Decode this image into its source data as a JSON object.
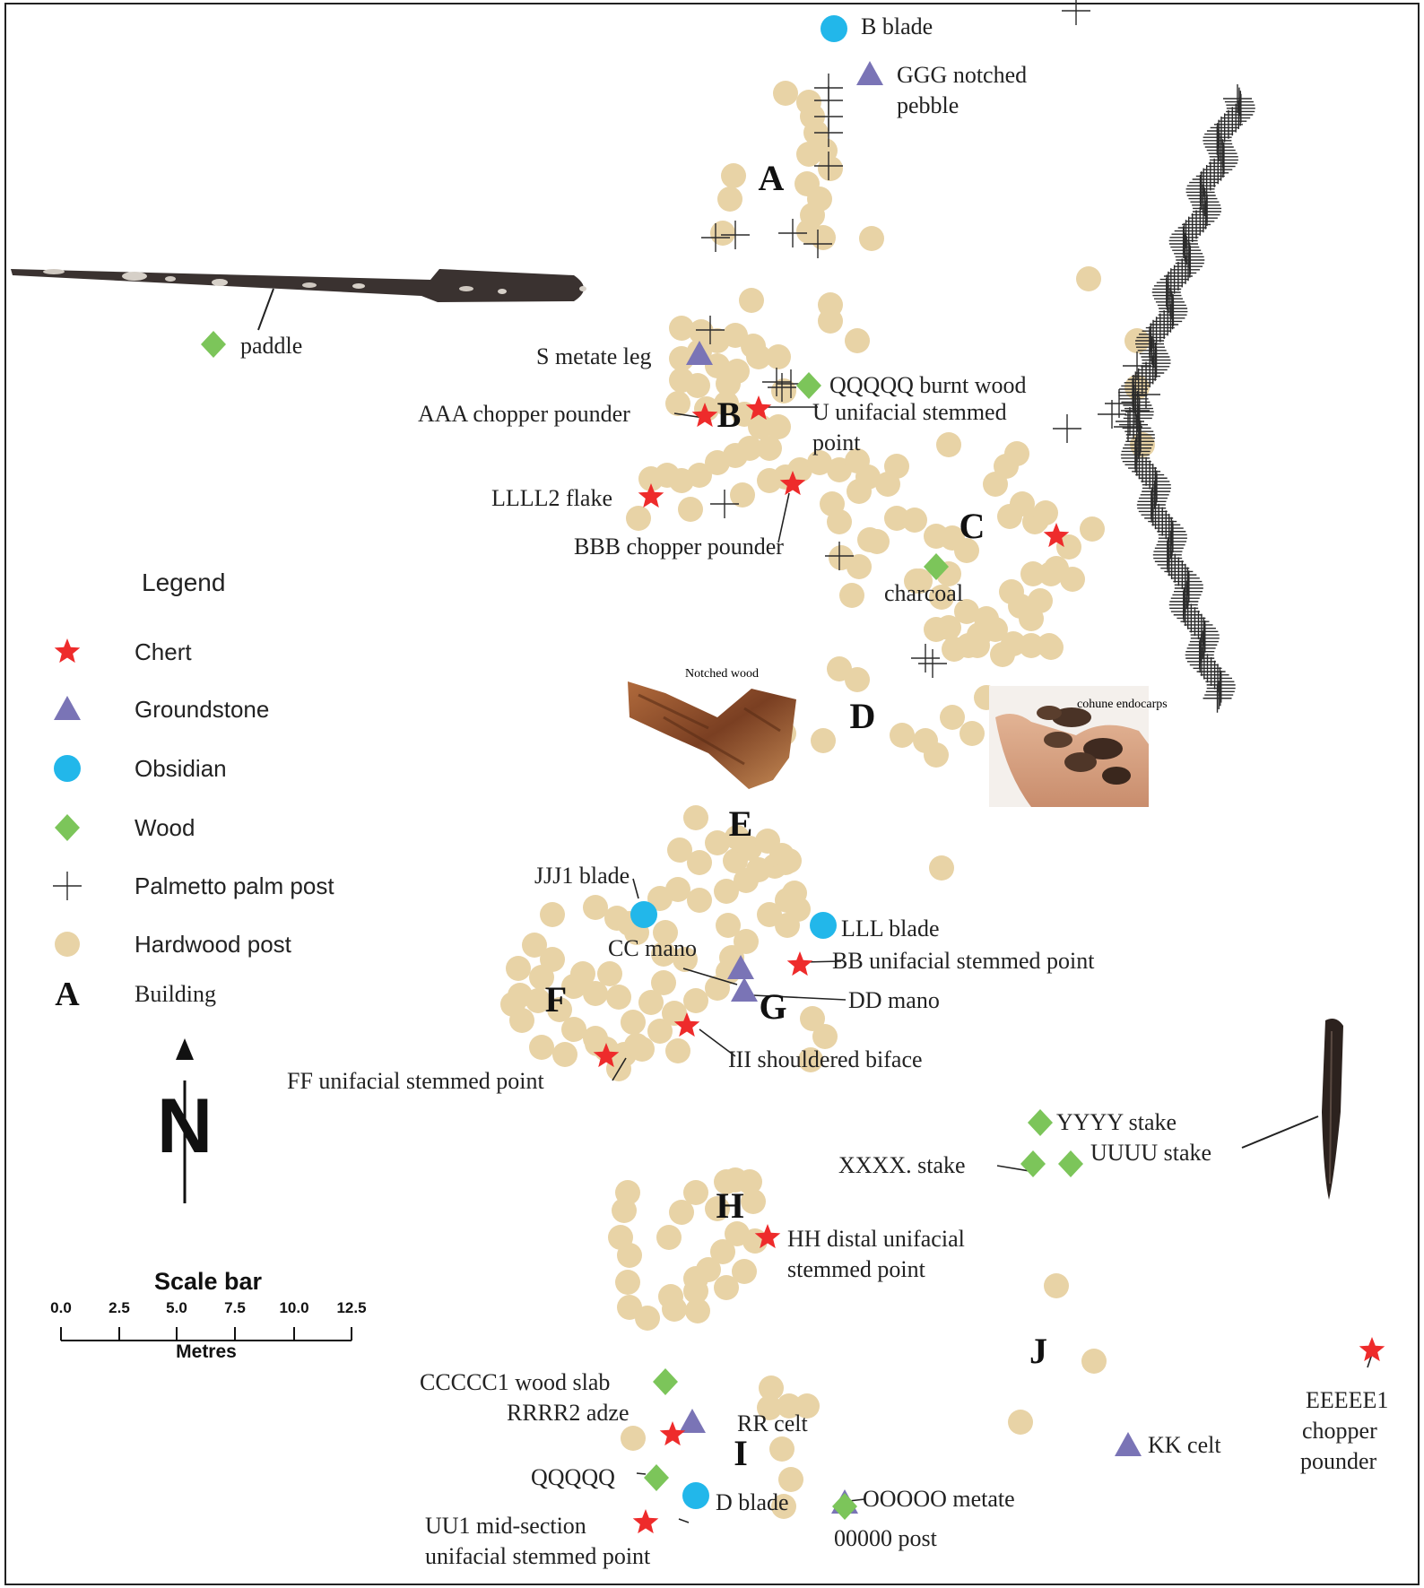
{
  "colors": {
    "chert": "#ee2b2b",
    "groundstone": "#7a74b6",
    "obsidian": "#22b7ea",
    "wood": "#7cc55a",
    "palm_post": "#2b2b2b",
    "hardwood_post": "#e8d3a6",
    "frame": "#222222"
  },
  "legend": {
    "title": "Legend",
    "items": [
      {
        "icon": "red-star",
        "label": "Chert"
      },
      {
        "icon": "purple-triangle",
        "label": "Groundstone"
      },
      {
        "icon": "blue-circle",
        "label": "Obsidian"
      },
      {
        "icon": "green-diamond",
        "label": "Wood"
      },
      {
        "icon": "thin-cross",
        "label": "Palmetto palm post"
      },
      {
        "icon": "tan-circle",
        "label": "Hardwood post"
      },
      {
        "icon": "letter-A",
        "label": "Building",
        "letter": "A"
      }
    ]
  },
  "north_arrow": {
    "label": "N"
  },
  "scale_bar": {
    "title": "Scale bar",
    "ticks": [
      "0.0",
      "2.5",
      "5.0",
      "7.5",
      "10.0",
      "12.5"
    ],
    "unit": "Metres"
  },
  "buildings": [
    "A",
    "B",
    "C",
    "D",
    "E",
    "F",
    "G",
    "H",
    "I",
    "J"
  ],
  "photo_captions": {
    "notched_wood": "Notched wood",
    "cohune": "cohune endocarps"
  },
  "artifacts": [
    "B blade",
    "GGG notched",
    "pebble",
    "paddle",
    "S metate leg",
    "QQQQQ burnt wood",
    "AAA chopper pounder",
    "U unifacial stemmed",
    "point",
    "LLLL2 flake",
    "BBB chopper pounder",
    "charcoal",
    "JJJ1 blade",
    "LLL blade",
    "CC mano",
    "BB unifacial stemmed point",
    "DD mano",
    "III shouldered biface",
    "FF unifacial stemmed point",
    "YYYY stake",
    "XXXX.  stake",
    "UUUU stake",
    "HH distal unifacial",
    "stemmed point",
    "CCCCC1 wood slab",
    "RRRR2 adze",
    "RR celt",
    "QQQQQ",
    "D blade",
    "OOOOO metate",
    "UU1 mid-section",
    "unifacial stemmed point",
    "00000 post",
    "KK celt",
    "EEEEE1",
    "chopper",
    "pounder"
  ]
}
